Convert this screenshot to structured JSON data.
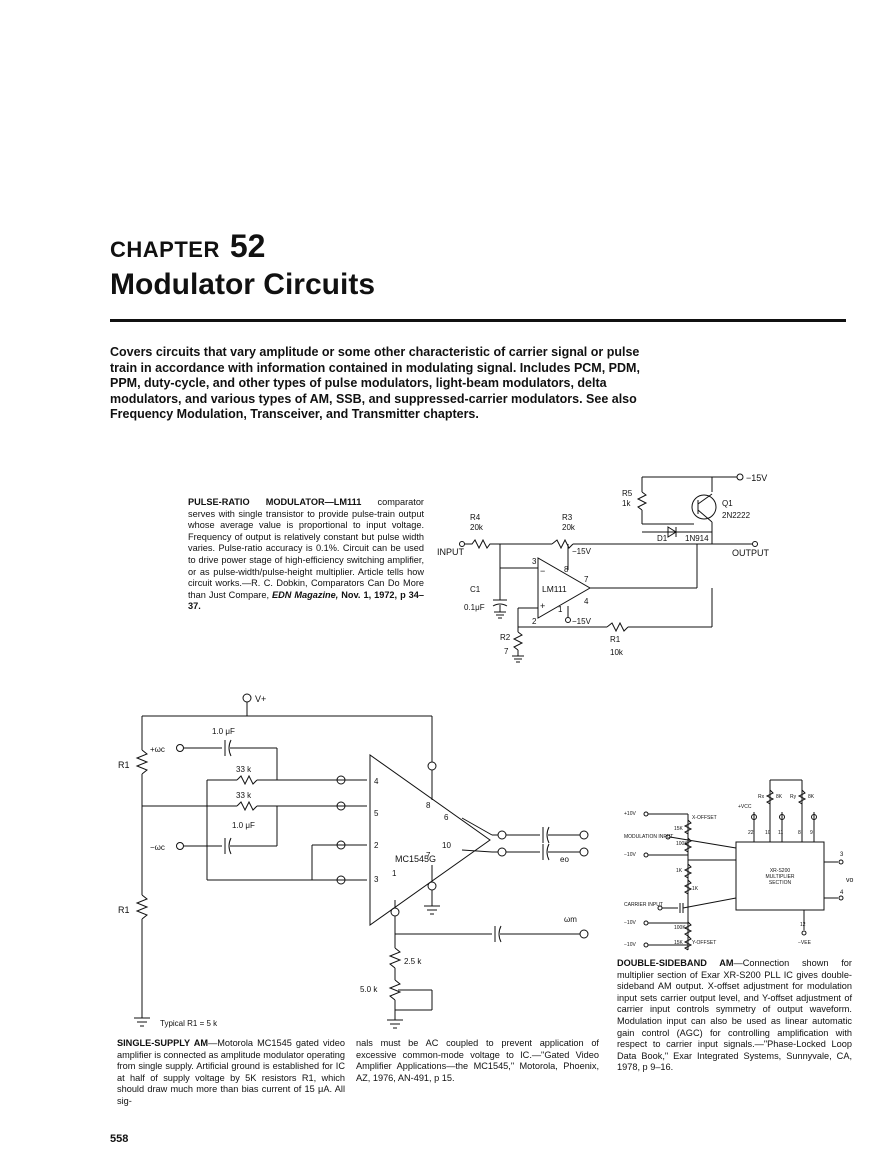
{
  "chapter": {
    "label": "CHAPTER",
    "number": "52",
    "title": "Modulator Circuits"
  },
  "intro": "Covers circuits that vary amplitude or some other characteristic of carrier signal or pulse train in accordance with information contained in modulating signal. Includes PCM, PDM, PPM, duty-cycle, and other types of pulse modulators, light-beam modulators, delta modulators, and various types of AM, SSB, and suppressed-carrier modulators. See also Frequency Modulation, Transceiver, and Transmitter chapters.",
  "captions": {
    "pulse_ratio": {
      "heading": "PULSE-RATIO MODULATOR—LM111",
      "body": " comparator serves with single transistor to provide pulse-train output whose average value is proportional to input voltage. Frequency of output is relatively constant but pulse width varies. Pulse-ratio accuracy is 0.1%. Circuit can be used to drive power stage of high-efficiency switching amplifier, or as pulse-width/pulse-height multiplier. Article tells how circuit works.—R. C. Dobkin, Comparators Can Do More than Just Compare, ",
      "source": "EDN Magazine,",
      "tail": " Nov. 1, 1972, p 34–37."
    },
    "single_supply": {
      "heading": "SINGLE-SUPPLY AM",
      "body_a": "—Motorola MC1545 gated video amplifier is connected as amplitude modulator operating from single supply. Artificial ground is established for IC at half of supply voltage by 5K resistors R1, which should draw much more than bias current of 15 μA. All sig-",
      "body_b": "nals must be AC coupled to prevent application of excessive common-mode voltage to IC.—\"Gated Video Amplifier Applications—the MC1545,\" Motorola, Phoenix, AZ, 1976, AN-491, p 15."
    },
    "double_sideband": {
      "heading": "DOUBLE-SIDEBAND AM",
      "body": "—Connection shown for multiplier section of Exar XR-S200 PLL IC gives double-sideband AM output. X-offset adjustment for modulation input sets carrier output level, and Y-offset adjustment of carrier input controls symmetry of output waveform. Modulation input can also be used as linear automatic gain control (AGC) for controlling amplification with respect to carrier input signals.—\"Phase-Locked Loop Data Book,\" Exar Integrated Systems, Sunnyvale, CA, 1978, p 9–16."
    }
  },
  "page_number": "558",
  "circuit1": {
    "r5": "R5",
    "r5_val": "1k",
    "q1": "Q1",
    "q1_part": "2N2222",
    "r4": "R4",
    "r4_val": "20k",
    "r3": "R3",
    "r3_val": "20k",
    "input": "INPUT",
    "output": "OUTPUT",
    "d1": "D1",
    "d1_part": "1N914",
    "c1": "C1",
    "c1_val": "0.1μF",
    "ic": "LM111",
    "vneg_top": "−15V",
    "vneg_ic": "−15V",
    "vneg_bot": "−15V",
    "r2": "R2",
    "r2_val": "7",
    "r1": "R1",
    "r1_val": "10k",
    "p3": "3",
    "p8": "8",
    "p7": "7",
    "p2": "2",
    "p4": "4",
    "p1": "1",
    "minus": "−",
    "plus": "+"
  },
  "circuit2": {
    "vplus": "V+",
    "c_top": "1.0 μF",
    "wc_plus": "+ωc",
    "wc_minus": "−ωc",
    "r33a": "33 k",
    "r33b": "33 k",
    "c_mid": "1.0 μF",
    "r1_top": "R1",
    "r1_bot": "R1",
    "ic": "MC1545G",
    "p4": "4",
    "p5": "5",
    "p8": "8",
    "p6": "6",
    "p2": "2",
    "p10": "10",
    "p7": "7",
    "p3": "3",
    "p1": "1",
    "eo": "eo",
    "wm": "ωm",
    "r25": "2.5 k",
    "r50": "5.0 k",
    "typical": "Typical R1 = 5 k"
  },
  "circuit3": {
    "p10v_1": "+10V",
    "xoffset": "X-OFFSET",
    "vcc": "+VCC",
    "r15k_1": "15K",
    "r100k_1": "100K",
    "mod_input": "MODULATION INPUT",
    "m10v_1": "−10V",
    "r1k_1": "1K",
    "r1k_2": "1K",
    "carrier": "CARRIER INPUT",
    "m10v_2": "−10V",
    "r100k_2": "100K",
    "r15k_2": "15K",
    "m10v_3": "−10V",
    "yoffset": "Y-OFFSET",
    "rx": "Rx",
    "ry": "Ry",
    "r8k_1": "8K",
    "r8k_2": "8K",
    "pin22": "22",
    "pin10": "10",
    "pin11": "11",
    "pin8": "8",
    "pin9": "9",
    "ic_line1": "XR-S200",
    "ic_line2": "MULTIPLIER",
    "ic_line3": "SECTION",
    "pin3": "3",
    "pin4": "4",
    "vo": "vo",
    "pin12": "12",
    "vee": "−VEE"
  }
}
